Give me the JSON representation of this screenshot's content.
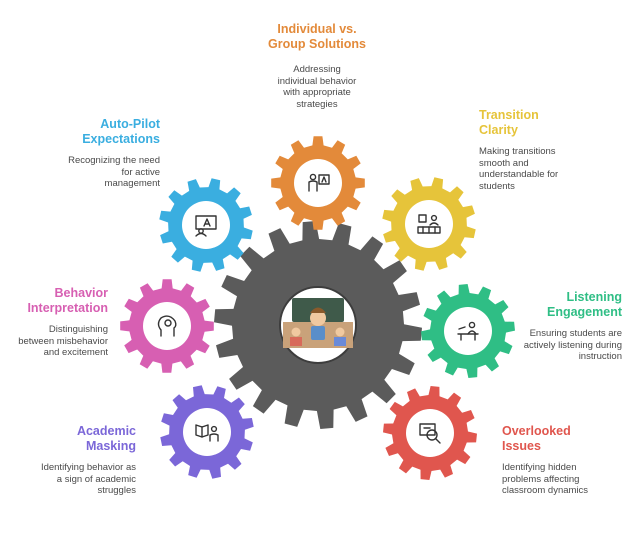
{
  "colors": {
    "central": "#5b5b5b",
    "orange": "#e38a3a",
    "yellow": "#e6c43a",
    "green": "#2fbe85",
    "red": "#e0564e",
    "purple": "#7b67d8",
    "pink": "#d75fb2",
    "blue": "#3aaee0"
  },
  "items": [
    {
      "id": "individual-group",
      "title": "Individual vs. Group Solutions",
      "description": "Addressing individual behavior with appropriate strategies",
      "color": "#e38a3a",
      "icon": "teacher-board-icon"
    },
    {
      "id": "transition-clarity",
      "title": "Transition Clarity",
      "description": "Making transitions smooth and understandable for students",
      "color": "#e6c43a",
      "icon": "classroom-transition-icon"
    },
    {
      "id": "listening-engagement",
      "title": "Listening Engagement",
      "description": "Ensuring students are actively listening during instruction",
      "color": "#2fbe85",
      "icon": "student-desk-icon"
    },
    {
      "id": "overlooked-issues",
      "title": "Overlooked Issues",
      "description": "Identifying hidden problems affecting classroom dynamics",
      "color": "#e0564e",
      "icon": "magnifier-screen-icon"
    },
    {
      "id": "academic-masking",
      "title": "Academic Masking",
      "description": "Identifying behavior as a sign of academic struggles",
      "color": "#7b67d8",
      "icon": "book-person-icon"
    },
    {
      "id": "behavior-interpretation",
      "title": "Behavior Interpretation",
      "description": "Distinguishing between misbehavior and excitement",
      "color": "#d75fb2",
      "icon": "head-thought-icon"
    },
    {
      "id": "autopilot",
      "title": "Auto-Pilot Expectations",
      "description": "Recognizing the need for active management",
      "color": "#3aaee0",
      "icon": "presentation-icon"
    }
  ]
}
